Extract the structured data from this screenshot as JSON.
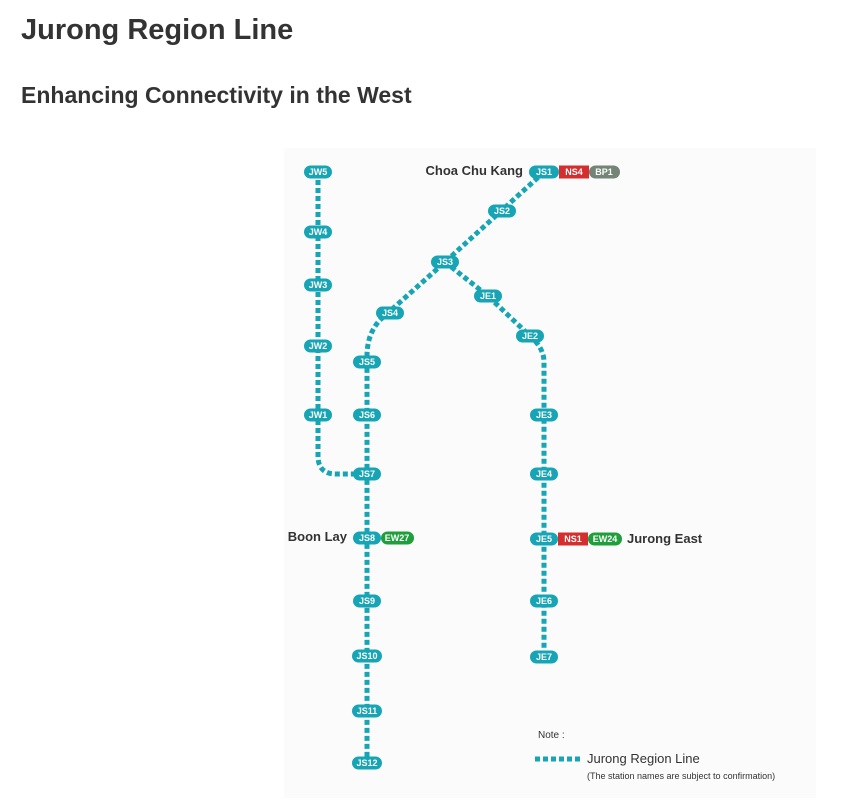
{
  "page": {
    "title": "Jurong Region Line",
    "subtitle": "Enhancing Connectivity in the West"
  },
  "colors": {
    "jrl": "#17a5b5",
    "nsl": "#d42e2e",
    "ewl": "#1f9f3c",
    "bplrt": "#748477"
  },
  "stations": {
    "west": [
      "JW5",
      "JW4",
      "JW3",
      "JW2",
      "JW1"
    ],
    "main": [
      "JS1",
      "JS2",
      "JS3",
      "JS4",
      "JS5",
      "JS6",
      "JS7",
      "JS8",
      "JS9",
      "JS10",
      "JS11",
      "JS12"
    ],
    "east": [
      "JE1",
      "JE2",
      "JE3",
      "JE4",
      "JE5",
      "JE6",
      "JE7"
    ]
  },
  "interchanges": {
    "choa_chu_kang": {
      "name": "Choa Chu Kang",
      "codes": [
        "NS4",
        "BP1"
      ]
    },
    "boon_lay": {
      "name": "Boon Lay",
      "codes": [
        "EW27"
      ]
    },
    "jurong_east": {
      "name": "Jurong East",
      "codes": [
        "NS1",
        "EW24"
      ]
    }
  },
  "legend": {
    "note_title": "Note :",
    "line_label": "Jurong Region Line",
    "note": "(The station names are subject to confirmation)"
  }
}
